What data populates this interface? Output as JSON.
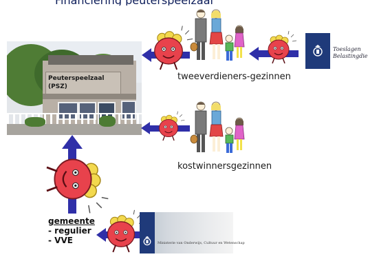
{
  "header": {
    "cut_text": "Financiering peuterspeelzaal"
  },
  "photo": {
    "sign_text_line1": "Peuterspeelzaal",
    "sign_text_line2": "(PSZ)"
  },
  "labels": {
    "tweeverdieners": "tweeverdieners-gezinnen",
    "kostwinners": "kostwinnersgezinnen"
  },
  "toeslagen": {
    "line1": "Toeslagen",
    "line2": "Belastingdienst"
  },
  "gemeente": {
    "title": "gemeente",
    "item1": "- regulier",
    "item2": "- VVE"
  },
  "ministry": {
    "text": "Ministerie van Onderwijs, Cultuur en Wetenschap"
  },
  "colors": {
    "arrow": "#2f2fa8",
    "money_bag": "#e8424c",
    "coins": "#f3d94e",
    "logo_blue": "#1f3a7a"
  },
  "icons": {
    "money": "money-bag-character-icon",
    "family": "family-figures-icon",
    "crest": "royal-crest-icon"
  }
}
